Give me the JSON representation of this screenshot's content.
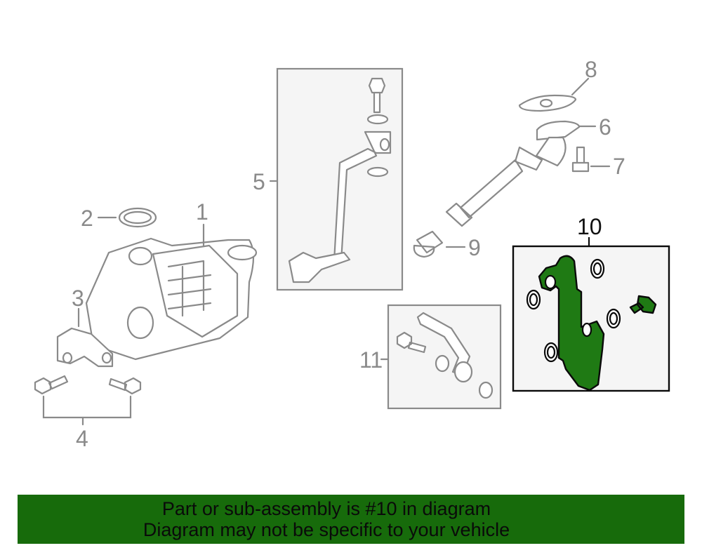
{
  "diagram": {
    "callouts": [
      "1",
      "2",
      "3",
      "4",
      "5",
      "6",
      "7",
      "8",
      "9",
      "10",
      "11"
    ],
    "highlighted_part": "10",
    "highlight_color": "#1f7a14"
  },
  "banner": {
    "line1": "Part or sub-assembly is #10 in diagram",
    "line2": "Diagram may not be specific to your vehicle",
    "background": "#176b0b"
  }
}
